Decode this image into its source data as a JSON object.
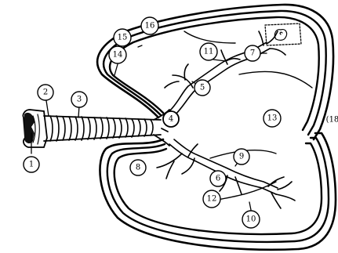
{
  "labels": {
    "n1": "1",
    "n2": "2",
    "n3": "3",
    "n4": "4",
    "n5": "5",
    "n6": "6",
    "n7": "7",
    "n8": "8",
    "n9": "9",
    "n10": "10",
    "n11": "11",
    "n12": "12",
    "n13": "13",
    "n14": "14",
    "n15": "15",
    "n16": "16",
    "edge": "(18"
  }
}
